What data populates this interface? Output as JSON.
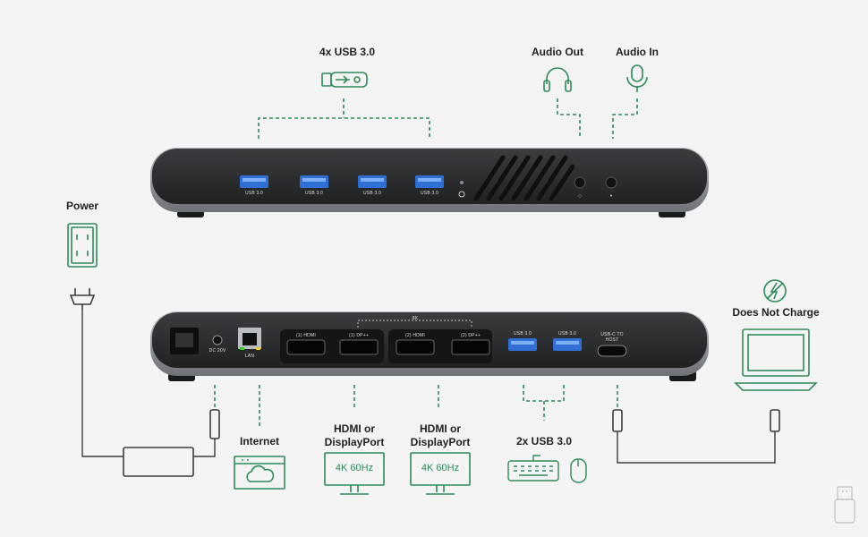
{
  "labels": {
    "usb_top": "4x USB 3.0",
    "audio_out": "Audio Out",
    "audio_in": "Audio In",
    "power": "Power",
    "does_not_charge": "Does Not Charge",
    "internet": "Internet",
    "hdmi_dp_1": "HDMI or\nDisplayPort",
    "hdmi_dp_2": "HDMI or\nDisplayPort",
    "usb_bottom": "2x USB 3.0"
  },
  "monitor_text": {
    "left": "4K 60Hz",
    "right": "4K 60Hz"
  },
  "front_ports": {
    "usb_port_label": "USB 3.0"
  },
  "rear_ports": {
    "dc": "DC 20V",
    "lan": "LAN",
    "hdmi1": "(1) HDMI",
    "dp1": "(1) DP++",
    "hdmi2": "(2) HDMI",
    "dp2": "(2) DP++",
    "group_8k": "8K",
    "usb_a": "USB 3.0",
    "usb_b": "USB 3.0",
    "usbc_host": "USB-C TO\nHOST"
  },
  "colors": {
    "accent_green": "#2f8a5a",
    "usb_blue": "#2f6fd6",
    "dock_body": "#2a2c2e",
    "dock_trim": "#8c9094",
    "background": "#f4f4f4"
  },
  "icons": [
    "usb-drive-icon",
    "headphones-icon",
    "microphone-icon",
    "power-outlet-icon",
    "power-plug-icon",
    "power-adapter-icon",
    "no-charge-icon",
    "laptop-icon",
    "browser-cloud-icon",
    "monitor-icon",
    "keyboard-icon",
    "mouse-icon",
    "usb-c-connector-icon",
    "usb-symbol-icon"
  ]
}
